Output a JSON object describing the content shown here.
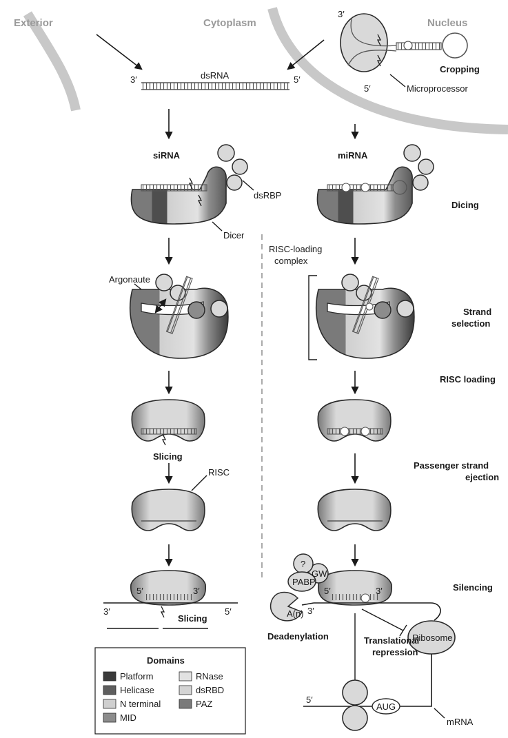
{
  "headers": {
    "exterior": "Exterior",
    "cytoplasm": "Cytoplasm",
    "nucleus": "Nucleus"
  },
  "labels": {
    "three_prime": "3′",
    "five_prime": "5′",
    "dsrna": "dsRNA",
    "cropping": "Cropping",
    "microprocessor": "Microprocessor",
    "sirna": "siRNA",
    "mirna": "miRNA",
    "dsrbp": "dsRBP",
    "dicer": "Dicer",
    "dicing": "Dicing",
    "risc_loading_complex_1": "RISC-loading",
    "risc_loading_complex_2": "complex",
    "argonaute": "Argonaute",
    "strand_selection_1": "Strand",
    "strand_selection_2": "selection",
    "risc_loading": "RISC loading",
    "slicing": "Slicing",
    "passenger_1": "Passenger strand",
    "passenger_2": "ejection",
    "risc": "RISC",
    "silencing": "Silencing",
    "question": "?",
    "gw": "GW",
    "pabp": "PABP",
    "poly_a": "A(n)",
    "deadenylation": "Deadenylation",
    "ribosome": "Ribosome",
    "translational_1": "Translational",
    "translational_2": "repression",
    "aug": "AUG",
    "mrna": "mRNA"
  },
  "legend": {
    "title": "Domains",
    "items": [
      {
        "label": "Platform",
        "color": "#3a3a3a"
      },
      {
        "label": "Helicase",
        "color": "#5e5e5e"
      },
      {
        "label": "N terminal",
        "color": "#cfcfcf"
      },
      {
        "label": "MID",
        "color": "#8c8c8c"
      },
      {
        "label": "RNase",
        "color": "#e2e2e2"
      },
      {
        "label": "dsRBD",
        "color": "#d4d4d4"
      },
      {
        "label": "PAZ",
        "color": "#7a7a7a"
      }
    ]
  },
  "colors": {
    "membrane": "#c8c8c8",
    "protein_light": "#d9d9d9",
    "protein_dark": "#555555",
    "text": "#1a1a1a"
  }
}
